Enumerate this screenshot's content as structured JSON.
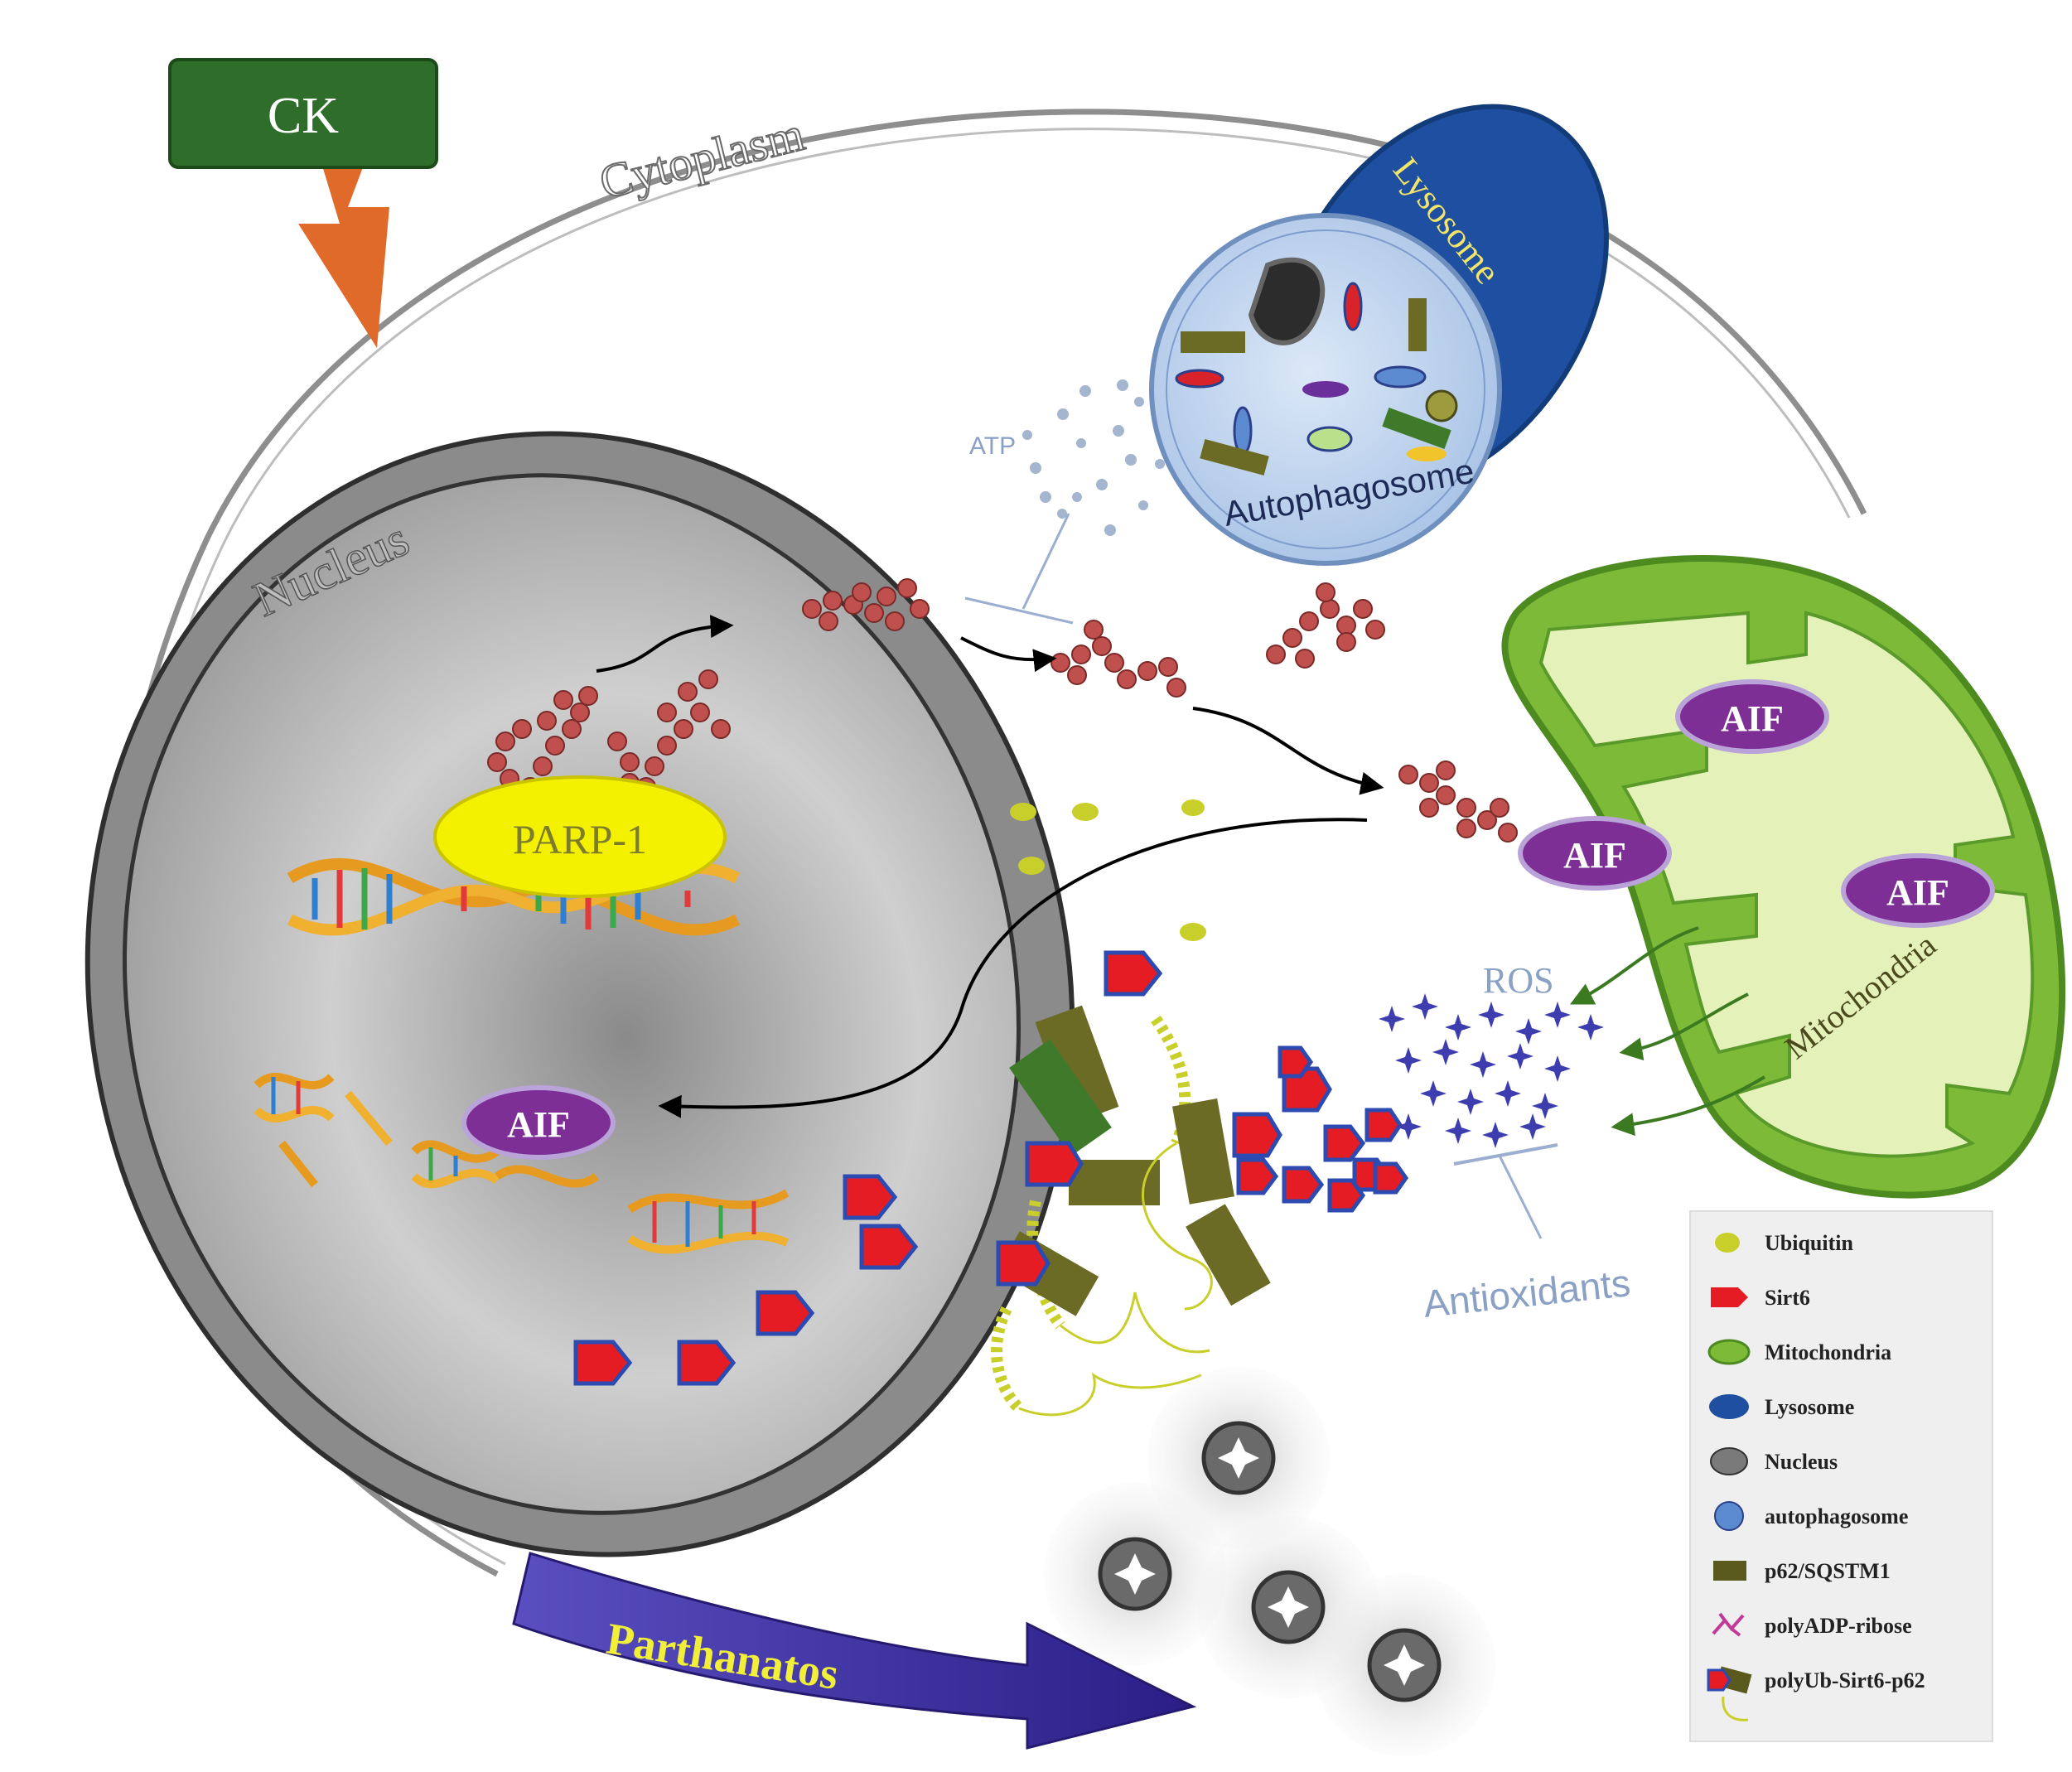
{
  "labels": {
    "ck": "CK",
    "cytoplasm": "Cytoplasm",
    "lysosome": "Lysosome",
    "autophagosome": "Autophagosome",
    "atp": "ATP",
    "nucleus": "Nucleus",
    "parp1": "PARP-1",
    "aif": "AIF",
    "ros": "ROS",
    "mitochondria": "Mitochondria",
    "antioxidants": "Antioxidants",
    "parthanatos": "Parthanatos"
  },
  "legend": {
    "items": [
      {
        "label": "Ubiquitin",
        "icon": "ubiquitin-dot-icon"
      },
      {
        "label": "Sirt6",
        "icon": "sirt6-arrow-icon"
      },
      {
        "label": "Mitochondria",
        "icon": "mitochondria-icon"
      },
      {
        "label": "Lysosome",
        "icon": "lysosome-icon"
      },
      {
        "label": "Nucleus",
        "icon": "nucleus-icon"
      },
      {
        "label": "autophagosome",
        "icon": "autophagosome-icon"
      },
      {
        "label": "p62/SQSTM1",
        "icon": "p62-rectangle-icon"
      },
      {
        "label": "polyADP-ribose",
        "icon": "polyadp-ribose-icon"
      },
      {
        "label": "polyUb-Sirt6-p62",
        "icon": "polyub-sirt6-p62-icon"
      }
    ]
  },
  "colors": {
    "ck_box": "#2e6e2a",
    "ck_bolt": "#e06a2a",
    "parp_yellow": "#f3f000",
    "aif_purple": "#7d2f96",
    "mito_green": "#7dba38",
    "mito_inner": "#e4f1b8",
    "lysosome_blue": "#1f4fa0",
    "autophagosome_blue": "#bcd2ec",
    "ros_star": "#3d3db0",
    "sirt6_red": "#e51c24",
    "p62_olive": "#5a5a1e",
    "ubiquitin_yellow": "#c9cf2a",
    "parthanatos_arrow": "#43329b",
    "parthanatos_text": "#f1ef3a",
    "par_chain": "#c0504d"
  }
}
